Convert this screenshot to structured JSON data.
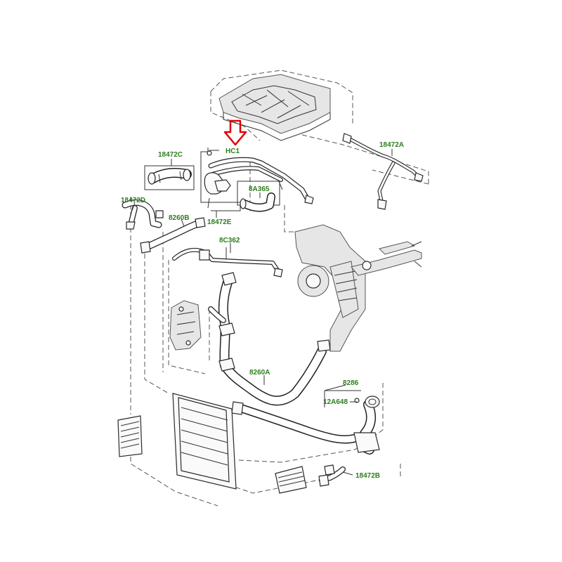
{
  "highlight": {
    "arrow_color": "#e00000",
    "label_color": "#2e7d1e"
  },
  "callouts": {
    "hc1": "HC1",
    "c18472C": "18472C",
    "c18472A": "18472A",
    "c8A365": "8A365",
    "c18472D": "18472D",
    "c8260B": "8260B",
    "c18472E": "18472E",
    "c8C362": "8C362",
    "c8260A": "8260A",
    "c8286": "8286",
    "c12A648": "12A648",
    "c18472B": "18472B"
  }
}
